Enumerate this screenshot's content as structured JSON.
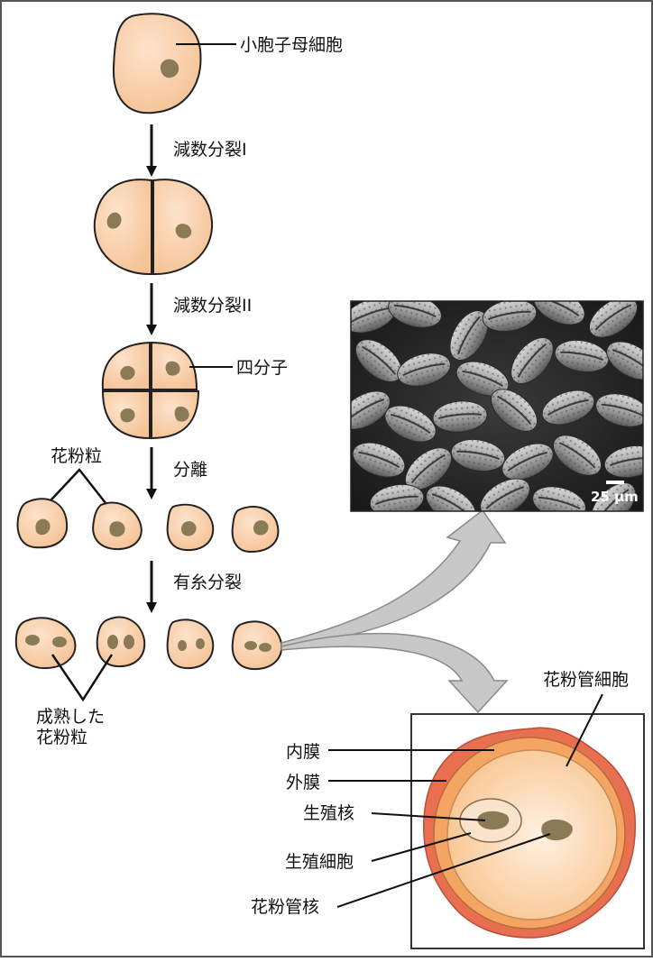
{
  "labels": {
    "microspore_mother_cell": "小胞子母細胞",
    "meiosis_1": "減数分裂I",
    "meiosis_2": "減数分裂II",
    "tetrad": "四分子",
    "pollen_grain": "花粉粒",
    "separation": "分離",
    "mitosis": "有糸分裂",
    "mature_line1": "成熟した",
    "mature_line2": "花粉粒",
    "tube_cell": "花粉管細胞",
    "intine": "内膜",
    "exine": "外膜",
    "generative_nucleus": "生殖核",
    "generative_cell": "生殖細胞",
    "tube_nucleus": "花粉管核"
  },
  "micrograph": {
    "scale_bar": "25 µm"
  },
  "colors": {
    "cell_fill": "#f8c9a0",
    "cell_stroke": "#222222",
    "nucleus": "#8a7a56",
    "exine": "#e87050",
    "intine": "#f4a463",
    "arrow_gray": "#bdbdbd"
  }
}
